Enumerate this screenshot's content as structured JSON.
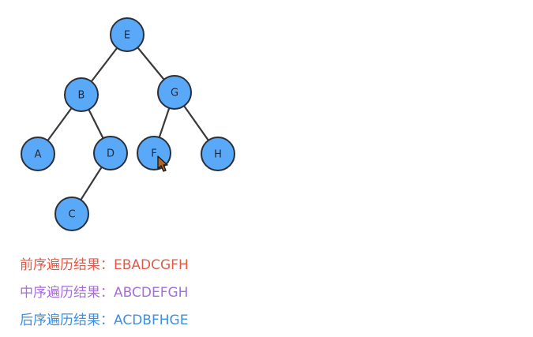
{
  "tree": {
    "nodes": [
      {
        "id": "E",
        "label": "E"
      },
      {
        "id": "B",
        "label": "B"
      },
      {
        "id": "G",
        "label": "G"
      },
      {
        "id": "A",
        "label": "A"
      },
      {
        "id": "D",
        "label": "D"
      },
      {
        "id": "F",
        "label": "F"
      },
      {
        "id": "H",
        "label": "H"
      },
      {
        "id": "C",
        "label": "C"
      }
    ],
    "edges": [
      [
        "E",
        "B"
      ],
      [
        "E",
        "G"
      ],
      [
        "B",
        "A"
      ],
      [
        "B",
        "D"
      ],
      [
        "G",
        "F"
      ],
      [
        "G",
        "H"
      ],
      [
        "D",
        "C"
      ]
    ],
    "colors": {
      "node_fill": "#5aa8f8",
      "node_stroke": "#2a2f38",
      "edge": "#3a3a3a"
    }
  },
  "traversals": {
    "preorder": {
      "label": "前序遍历结果：",
      "value": "EBADCGFH",
      "color": "#e25a4a"
    },
    "inorder": {
      "label": "中序遍历结果：",
      "value": "ABCDEFGH",
      "color": "#a66fdb"
    },
    "postorder": {
      "label": "后序遍历结果：",
      "value": "ACDBFHGE",
      "color": "#3f8fdf"
    }
  },
  "cursor": {
    "icon": "mouse-pointer-icon"
  }
}
